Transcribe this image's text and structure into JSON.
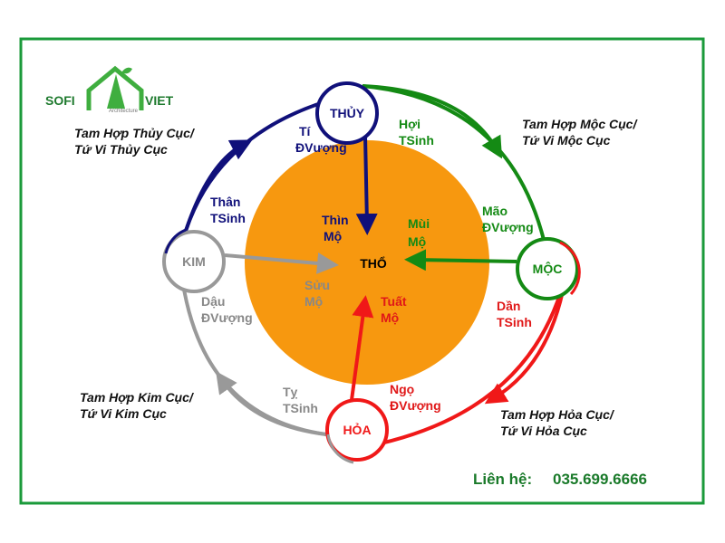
{
  "logo": {
    "text_left": "SOFI",
    "text_right": "VIET",
    "subtitle": "Architecture"
  },
  "colors": {
    "frame": "#1a9a3a",
    "earth": "#f7980f",
    "water": "#10107a",
    "wood": "#148a14",
    "fire": "#f01818",
    "metal": "#999999",
    "contact": "#1a7a2a"
  },
  "center": {
    "label": "THỔ"
  },
  "nodes": {
    "water": "THỦY",
    "wood": "MỘC",
    "fire": "HỎA",
    "metal": "KIM"
  },
  "labels": {
    "ti": [
      "Tí",
      "ĐVượng"
    ],
    "hoi": [
      "Hợi",
      "TSinh"
    ],
    "than": [
      "Thân",
      "TSinh"
    ],
    "mao": [
      "Mão",
      "ĐVượng"
    ],
    "dau": [
      "Dậu",
      "ĐVượng"
    ],
    "dan": [
      "Dần",
      "TSinh"
    ],
    "ty": [
      "Tỵ",
      "TSinh"
    ],
    "ngo": [
      "Ngọ",
      "ĐVượng"
    ],
    "thin": [
      "Thìn",
      "Mộ"
    ],
    "mui": [
      "Mùi",
      "Mộ"
    ],
    "suu": [
      "Sửu",
      "Mộ"
    ],
    "tuat": [
      "Tuất",
      "Mộ"
    ]
  },
  "captions": {
    "water": [
      "Tam Hợp Thủy Cục/",
      "Tứ Vi Thủy Cục"
    ],
    "wood": [
      "Tam Hợp Mộc Cục/",
      "Tứ Vi Mộc Cục"
    ],
    "metal": [
      "Tam Hợp Kim Cục/",
      "Tứ Vi Kim Cục"
    ],
    "fire": [
      "Tam Hợp Hỏa Cục/",
      "Tứ Vi Hỏa Cục"
    ]
  },
  "contact": {
    "label": "Liên hệ:",
    "phone": "035.699.6666"
  }
}
